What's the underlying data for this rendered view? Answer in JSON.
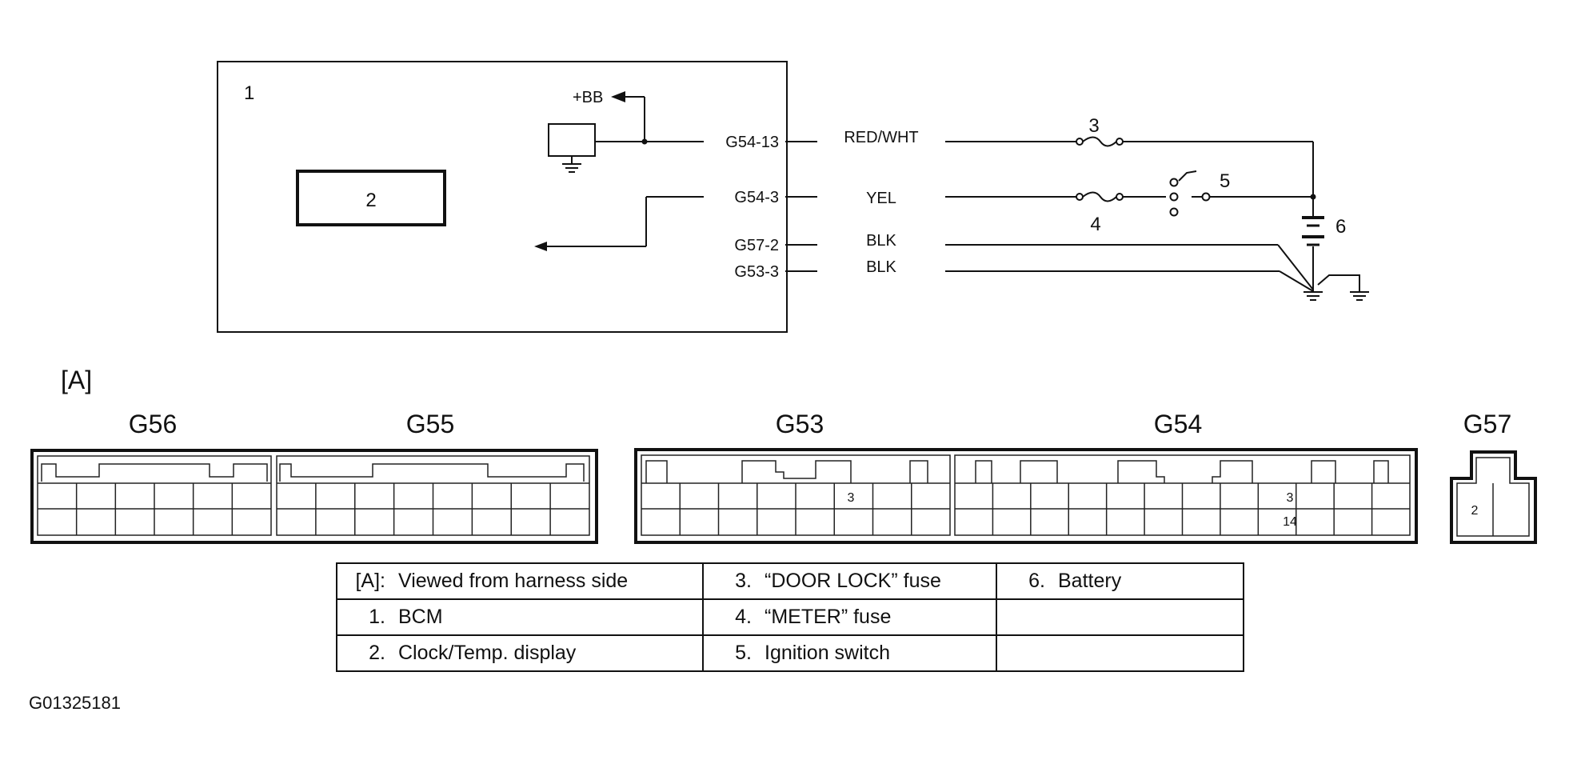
{
  "schematic": {
    "bcm_ref": "1",
    "display_ref": "2",
    "power_label": "+BB",
    "wires": [
      {
        "pin": "G54-13",
        "color": "RED/WHT"
      },
      {
        "pin": "G54-3",
        "color": "YEL"
      },
      {
        "pin": "G57-2",
        "color": "BLK"
      },
      {
        "pin": "G53-3",
        "color": "BLK"
      }
    ],
    "fuse_door_ref": "3",
    "fuse_meter_ref": "4",
    "ignition_ref": "5",
    "battery_ref": "6"
  },
  "connector_view": {
    "label": "[A]",
    "connectors": [
      {
        "name": "G56"
      },
      {
        "name": "G55"
      },
      {
        "name": "G53",
        "pin_labels": [
          "3"
        ]
      },
      {
        "name": "G54",
        "pin_labels": [
          "3",
          "14"
        ]
      },
      {
        "name": "G57",
        "pin_labels": [
          "2"
        ]
      }
    ]
  },
  "legend": {
    "rows": [
      [
        {
          "num": "[A]:",
          "text": "Viewed from harness side"
        },
        {
          "num": "3.",
          "text": "“DOOR LOCK” fuse"
        },
        {
          "num": "6.",
          "text": "Battery"
        }
      ],
      [
        {
          "num": "1.",
          "text": "BCM"
        },
        {
          "num": "4.",
          "text": "“METER” fuse"
        },
        {
          "num": "",
          "text": ""
        }
      ],
      [
        {
          "num": "2.",
          "text": "Clock/Temp. display"
        },
        {
          "num": "5.",
          "text": "Ignition switch"
        },
        {
          "num": "",
          "text": ""
        }
      ]
    ]
  },
  "figure_code": "G01325181"
}
